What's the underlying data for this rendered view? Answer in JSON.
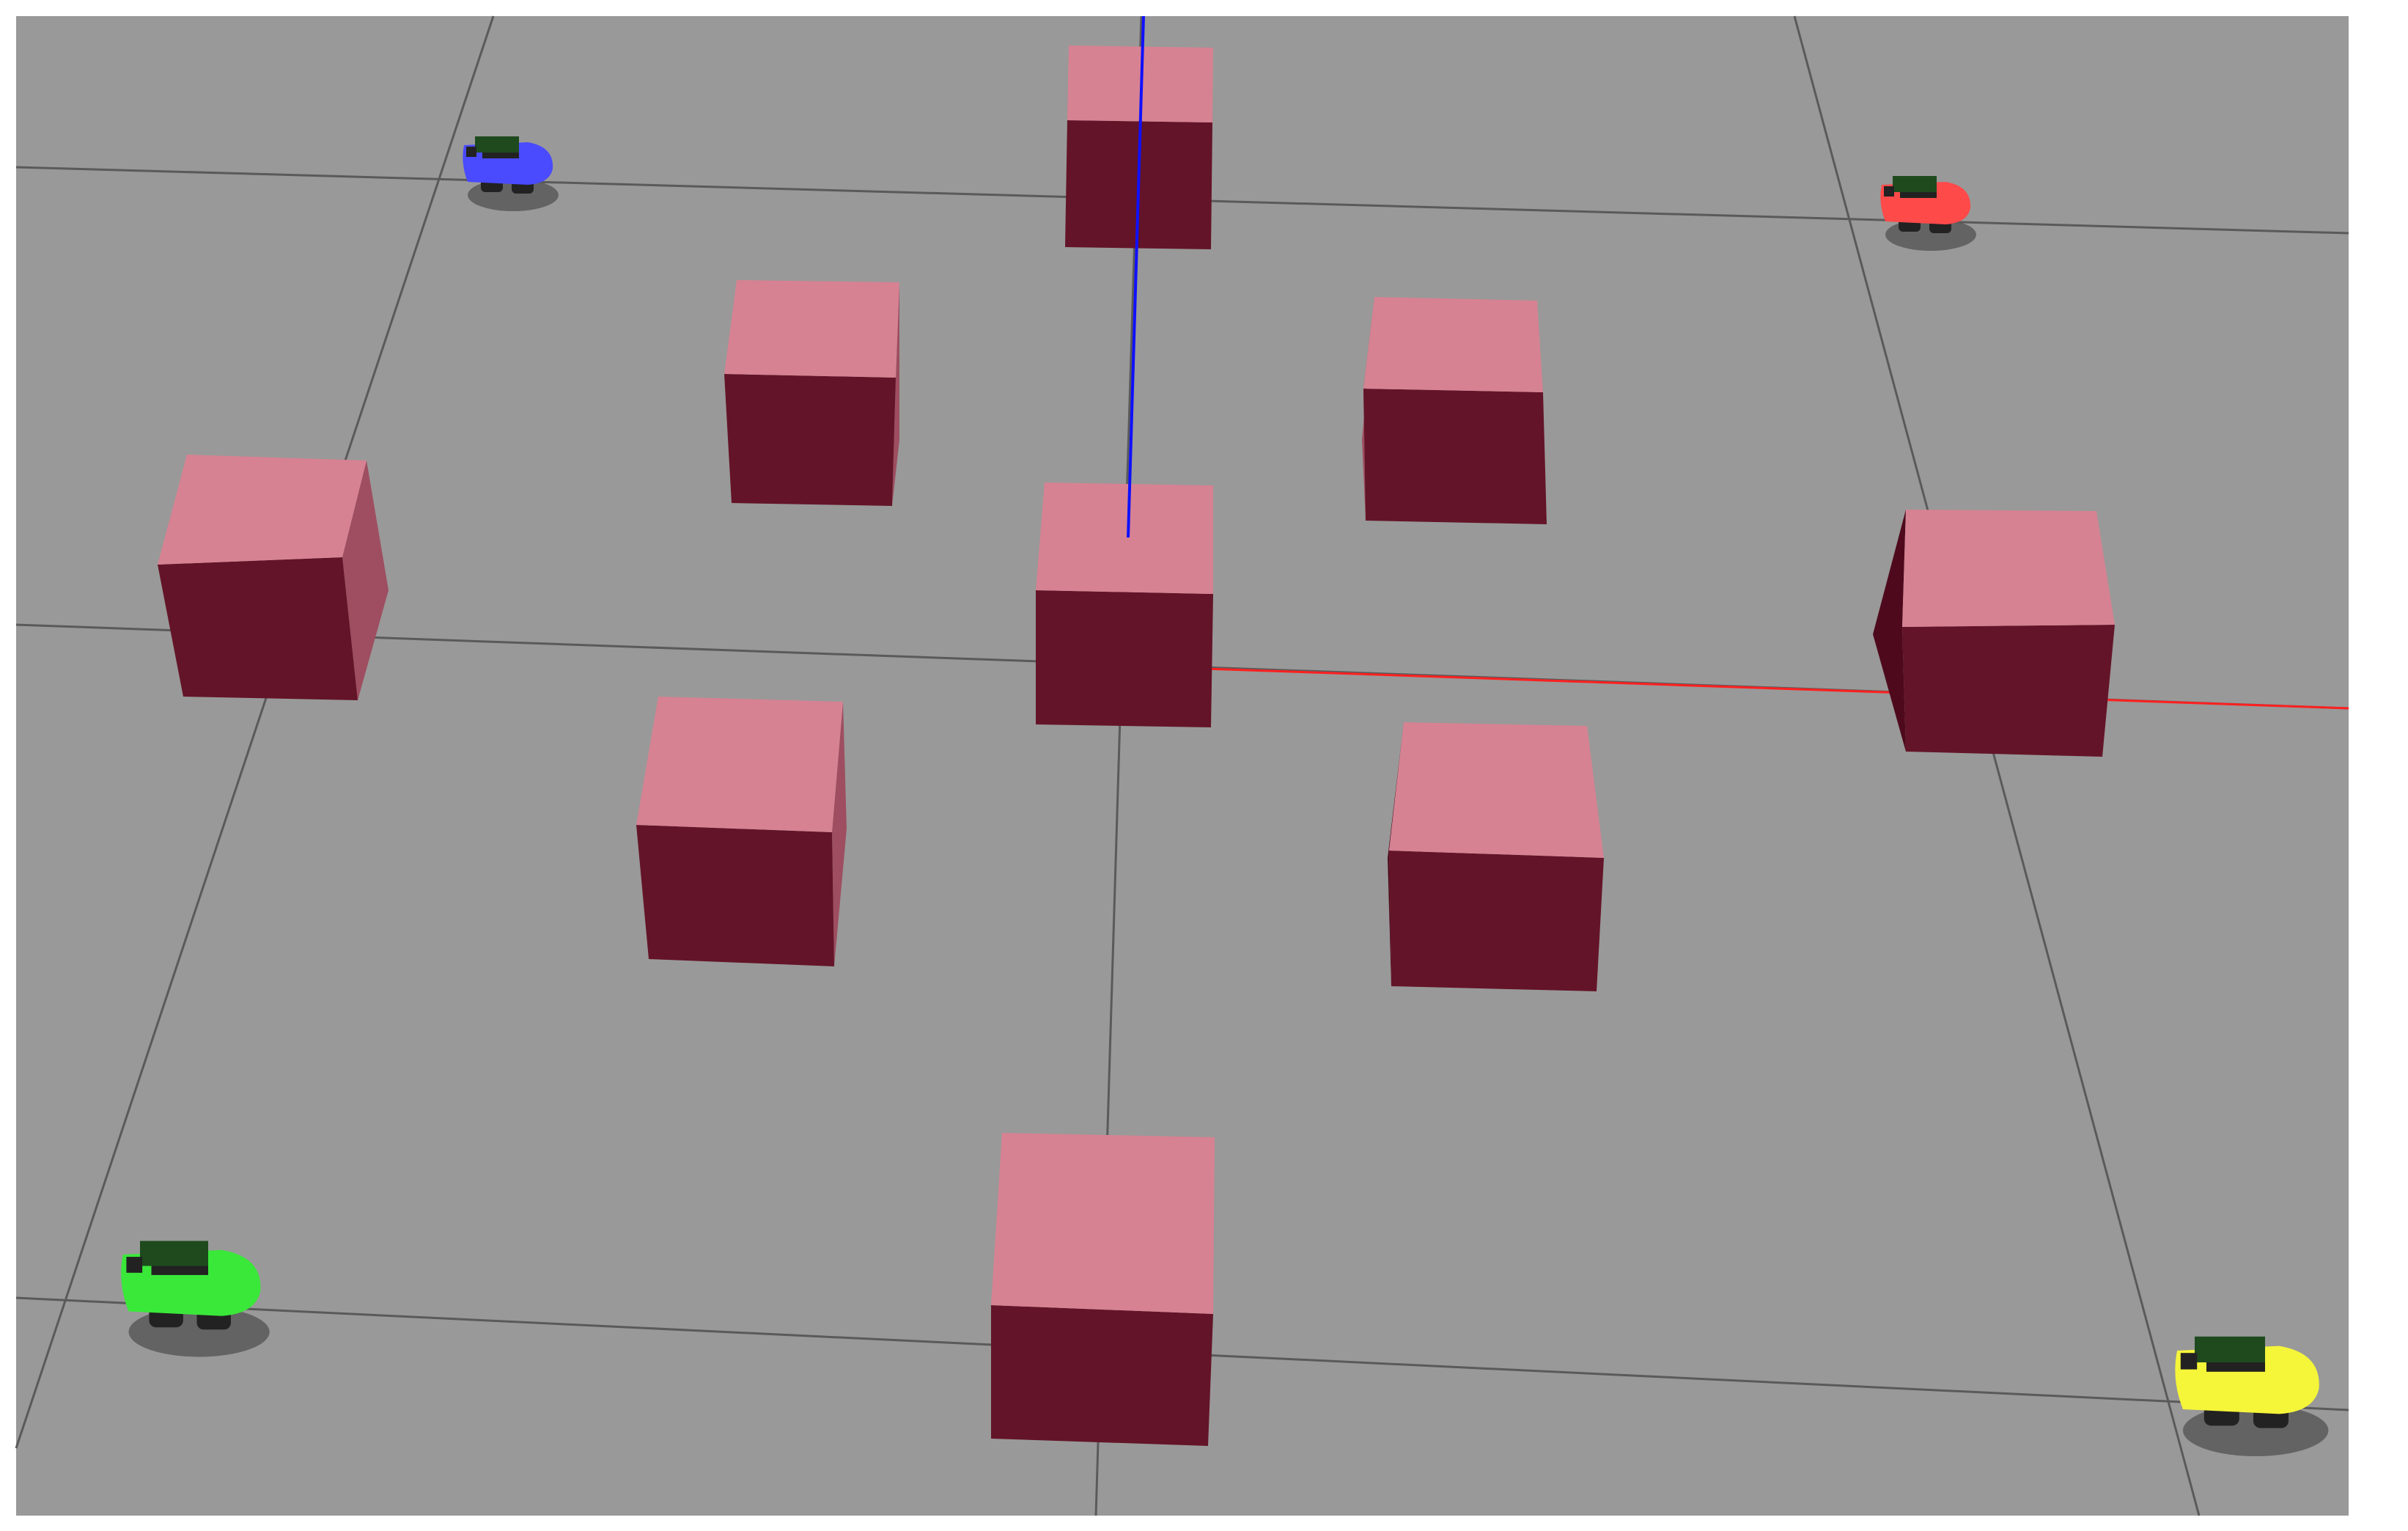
{
  "viewport": {
    "background_color": "#ffffff",
    "ground_color": "#999999",
    "grid_line_color": "#5a5a5a",
    "axis_x_color": "#ff2020",
    "axis_z_color": "#1010ff"
  },
  "obstacles": {
    "count": 9,
    "top_face_color": "#d68292",
    "front_face_color": "#641428",
    "side_face_light_color": "#9e4e60",
    "side_face_dark_color": "#4e0a1c"
  },
  "robots": [
    {
      "name": "robot-blue",
      "body_color": "#4a4aff"
    },
    {
      "name": "robot-red",
      "body_color": "#ff4a4a"
    },
    {
      "name": "robot-green",
      "body_color": "#3ae83a"
    },
    {
      "name": "robot-yellow",
      "body_color": "#f5f53a"
    }
  ],
  "robot_parts": {
    "board_color": "#1e4a1e",
    "wheel_color": "#222222",
    "shadow_color": "#555555"
  }
}
